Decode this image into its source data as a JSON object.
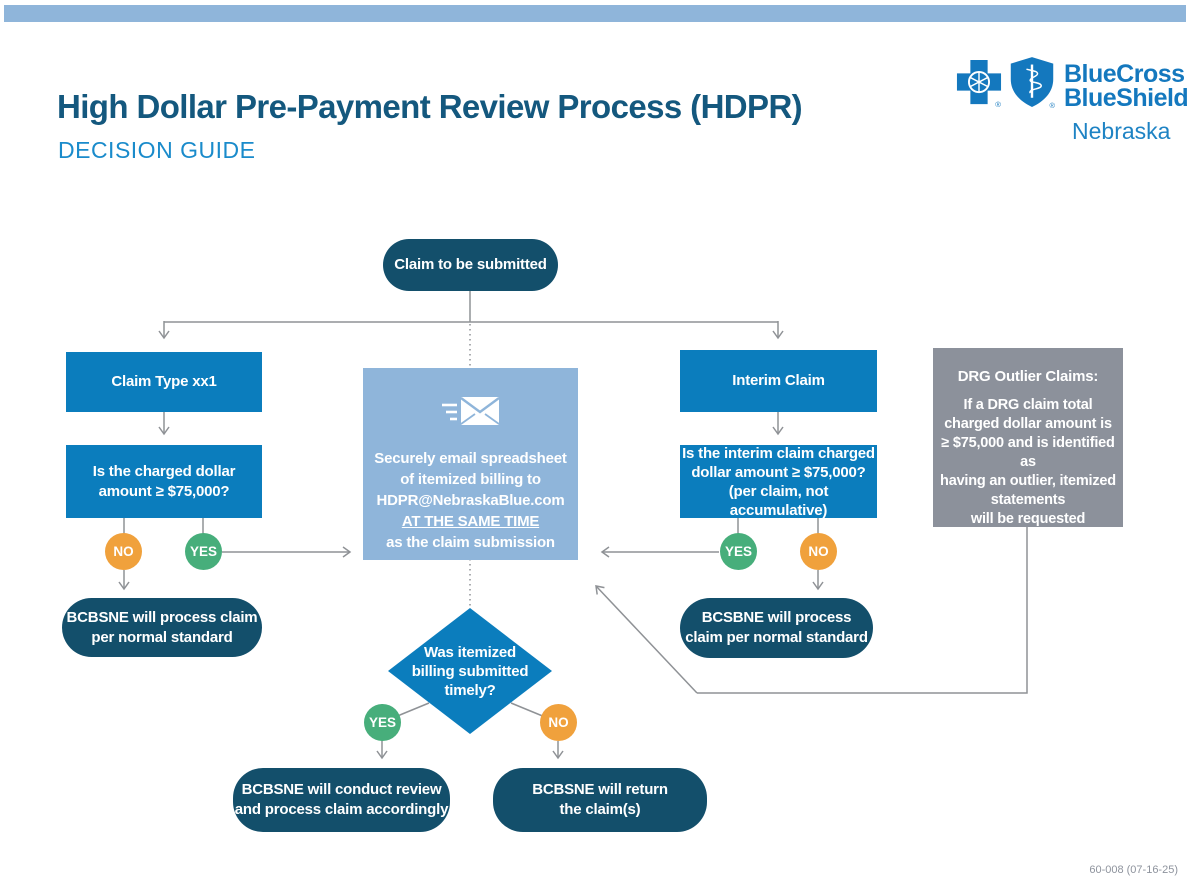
{
  "header": {
    "title": "High Dollar Pre-Payment Review Process (HDPR)",
    "subtitle": "DECISION GUIDE",
    "logo": {
      "brand_top": "BlueCross",
      "brand_bottom": "BlueShield",
      "region": "Nebraska"
    }
  },
  "labels": {
    "yes": "YES",
    "no": "NO"
  },
  "flow": {
    "start": "Claim to be submitted",
    "left": {
      "type": "Claim Type xx1",
      "question": [
        "Is the charged dollar",
        "amount ≥ $75,000?"
      ],
      "outcome": [
        "BCBSNE will process claim",
        "per normal standard"
      ]
    },
    "center": {
      "lines": [
        "Securely email spreadsheet",
        "of itemized billing to",
        "HDPR@NebraskaBlue.com",
        "AT THE SAME TIME",
        "as the claim submission"
      ]
    },
    "right": {
      "type": "Interim Claim",
      "question": [
        "Is the interim claim charged",
        "dollar amount ≥ $75,000?",
        "(per claim, not accumulative)"
      ],
      "outcome": [
        "BCSBNE will process",
        "claim per normal standard"
      ]
    },
    "drg": {
      "heading": "DRG Outlier Claims:",
      "body": [
        "If a DRG claim total",
        "charged dollar amount is",
        "≥ $75,000 and is identified as",
        "having an outlier, itemized",
        "statements",
        "will be requested"
      ]
    },
    "diamond": [
      "Was itemized",
      "billing submitted",
      "timely?"
    ],
    "outcome_yes": [
      "BCBSNE will conduct review",
      "and process claim accordingly"
    ],
    "outcome_no": [
      "BCBSNE will return",
      "the claim(s)"
    ]
  },
  "colors": {
    "box_blue": "#0b7dbd",
    "light_blue": "#8fb5da",
    "dark_teal": "#134f6b",
    "gray": "#8c919b",
    "orange": "#f0a13c",
    "green": "#47ae7b",
    "connector_gray": "#8f9296",
    "title_blue": "#14587e",
    "accent_blue": "#1a8bcb",
    "logo_blue": "#1478be"
  },
  "footer": {
    "code": "60-008 (07-16-25)"
  }
}
